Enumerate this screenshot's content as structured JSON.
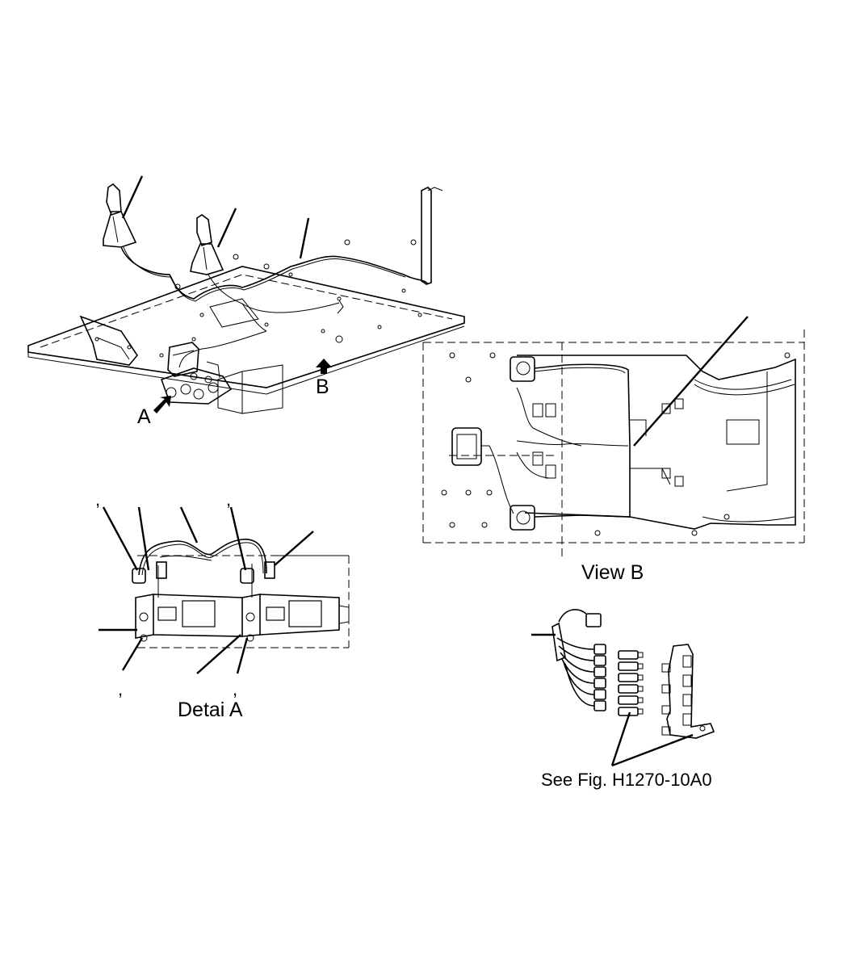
{
  "labels": {
    "arrow_a": "A",
    "arrow_b": "B",
    "view_b_caption": "View B",
    "detail_a_caption": "Detai A",
    "see_fig_note": "See Fig. H1270-10A0",
    "tick_mark": ","
  },
  "colors": {
    "line": "#000000",
    "background": "#ffffff"
  },
  "icons": {
    "arrow_a": "arrow-right-up-icon",
    "arrow_b": "arrow-up-icon"
  }
}
